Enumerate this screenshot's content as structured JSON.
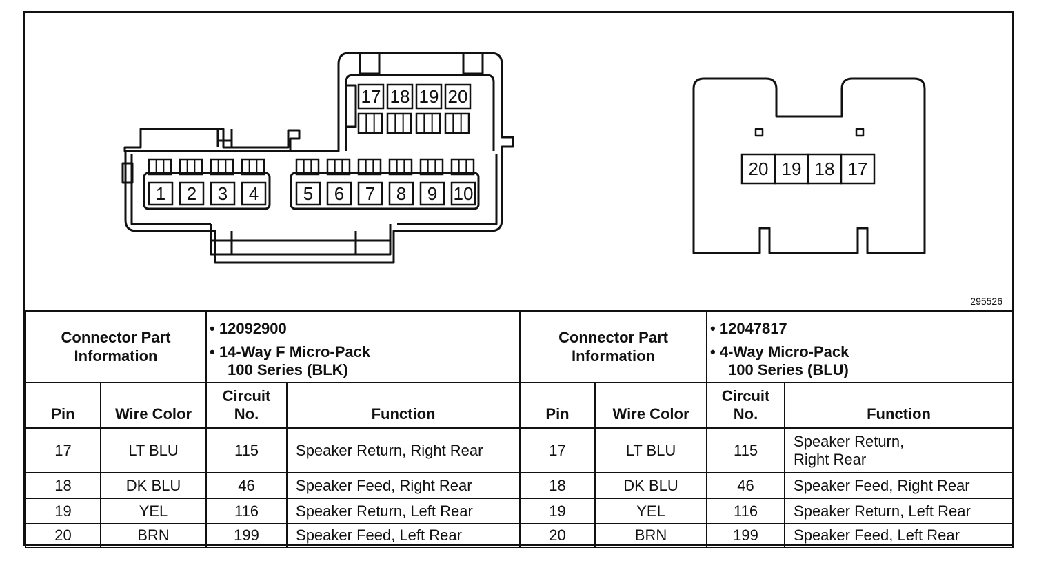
{
  "figure_number": "295526",
  "left_connector": {
    "info_label": "Connector Part Information",
    "part_lines": [
      "12092900",
      "14-Way F Micro-Pack",
      "100 Series (BLK)"
    ],
    "lower_pins": [
      "1",
      "2",
      "3",
      "4",
      "5",
      "6",
      "7",
      "8",
      "9",
      "10"
    ],
    "upper_pins": [
      "17",
      "18",
      "19",
      "20"
    ]
  },
  "right_connector": {
    "info_label": "Connector Part Information",
    "part_lines": [
      "12047817",
      "4-Way Micro-Pack",
      "100 Series (BLU)"
    ],
    "pins": [
      "20",
      "19",
      "18",
      "17"
    ]
  },
  "headers": {
    "pin": "Pin",
    "wire_color": "Wire Color",
    "circuit": "Circuit No.",
    "function": "Function"
  },
  "rows": [
    {
      "pin": "17",
      "color": "LT BLU",
      "circuit": "115",
      "left_function": "Speaker Return, Right Rear",
      "right_function": "Speaker Return, Right Rear"
    },
    {
      "pin": "18",
      "color": "DK BLU",
      "circuit": "46",
      "left_function": "Speaker Feed, Right Rear",
      "right_function": "Speaker Feed, Right Rear"
    },
    {
      "pin": "19",
      "color": "YEL",
      "circuit": "116",
      "left_function": "Speaker Return, Left Rear",
      "right_function": "Speaker Return, Left Rear"
    },
    {
      "pin": "20",
      "color": "BRN",
      "circuit": "199",
      "left_function": "Speaker Feed, Left Rear",
      "right_function": "Speaker Feed, Left Rear"
    }
  ]
}
